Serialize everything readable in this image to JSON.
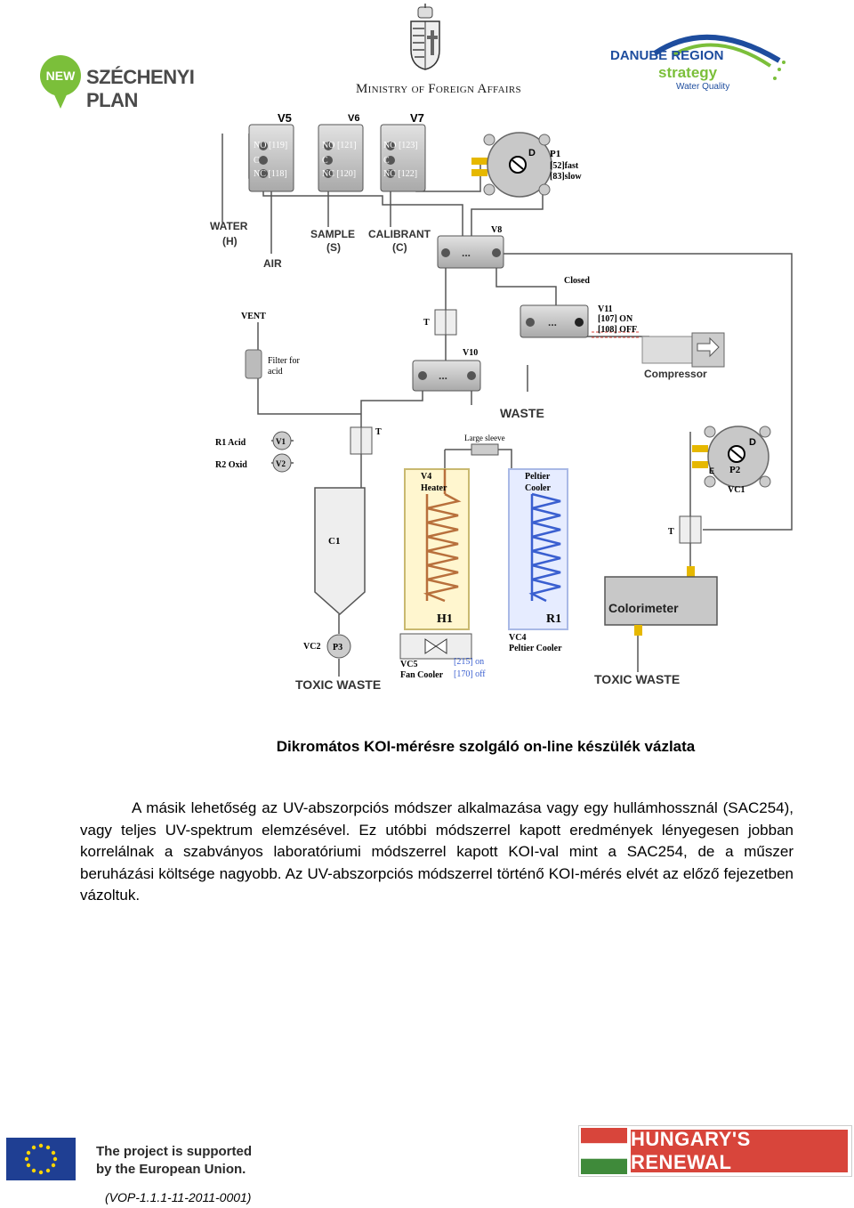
{
  "header": {
    "left_logo_new": "NEW",
    "left_logo_text": "SZÉCHENYI PLAN",
    "ministry": "Ministry of Foreign Affairs",
    "danube_line1": "DANUBE REGION",
    "danube_line2": "strategy",
    "danube_line3": "Water Quality"
  },
  "diagram": {
    "valves": {
      "v5": "V5",
      "v6": "V6",
      "v7": "V7",
      "v8": "V8",
      "v10": "V10",
      "v11": "V11",
      "v1": "V1",
      "v2": "V2"
    },
    "v5_ports": [
      "NO [119]",
      "C",
      "NC [118]"
    ],
    "v6_ports": [
      "NO [121]",
      "C",
      "NC [120]"
    ],
    "v7_ports": [
      "NO [123]",
      "C",
      "NC [122]"
    ],
    "water": "WATER",
    "water_code": "(H)",
    "air": "AIR",
    "sample": "SAMPLE",
    "sample_code": "(S)",
    "calibrant": "CALIBRANT",
    "calibrant_code": "(C)",
    "p1": "P1",
    "p1_fast": "[52]fast",
    "p1_slow": "[83]slow",
    "d_label": "D",
    "closed": "Closed",
    "v11_on": "[107] ON",
    "v11_off": "[108] OFF",
    "compressor": "Compressor",
    "vent": "VENT",
    "filter_line1": "Filter for",
    "filter_line2": "acid",
    "t_label": "T",
    "waste": "WASTE",
    "large_sleeve": "Large sleeve",
    "r1_acid": "R1 Acid",
    "r2_oxid": "R2 Oxid",
    "c1": "C1",
    "v4": "V4",
    "heater": "Heater",
    "h1": "H1",
    "peltier_line1": "Peltier",
    "peltier_line2": "Cooler",
    "r1": "R1",
    "vc4": "VC4",
    "vc4_sub": "Peltier Cooler",
    "vc5": "VC5",
    "vc5_sub": "Fan Cooler",
    "vc5_on": "[215] on",
    "vc5_off": "[170] off",
    "vc2": "VC2",
    "p3": "P3",
    "toxic_waste": "TOXIC WASTE",
    "p2": "P2",
    "vc1": "VC1",
    "e_label": "E",
    "colorimeter": "Colorimeter"
  },
  "caption": "Dikromátos KOI-mérésre szolgáló on-line készülék vázlata",
  "paragraph": "A másik lehetőség az UV-abszorpciós módszer alkalmazása vagy egy hullámhossznál (SAC254), vagy teljes UV-spektrum elemzésével. Ez utóbbi módszerrel kapott eredmények lényegesen jobban korrelálnak a szabványos laboratóriumi módszerrel kapott KOI-val mint a SAC254, de a műszer beruházási költsége nagyobb. Az UV-abszorpciós módszerrel történő KOI-mérés elvét az előző fejezetben vázoltuk.",
  "footer": {
    "eu_line1": "The project is supported",
    "eu_line2": "by the European Union.",
    "renewal": "HUNGARY'S RENEWAL",
    "project_code": "(VOP-1.1.1-11-2011-0001)"
  },
  "colors": {
    "green": "#7bbf3a",
    "blue": "#1e4d9e",
    "red": "#d8453b",
    "heater": "#b8703c",
    "cooler": "#3a5fd0",
    "connector": "#e6b800"
  }
}
